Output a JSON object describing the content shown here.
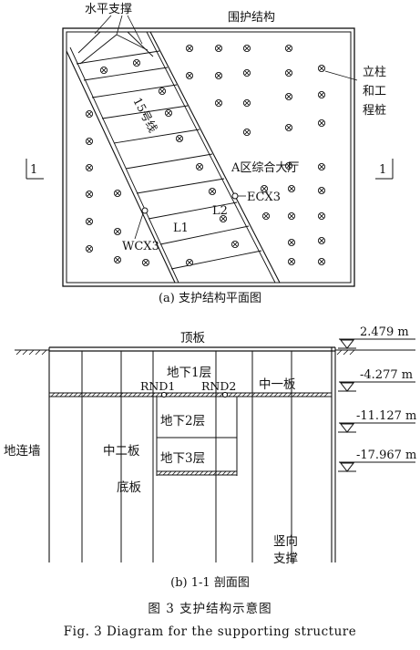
{
  "plan": {
    "label_bracing": "水平支撑",
    "label_enclosure": "围护结构",
    "label_column_1": "立柱",
    "label_column_2": "和工",
    "label_column_3": "程桩",
    "label_line": "15号线",
    "label_hall": "A区综合大厅",
    "label_ecx": "ECX3",
    "label_wcx": "WCX3",
    "label_l1": "L1",
    "label_l2": "L2",
    "section_mark": "1"
  },
  "section": {
    "label_roof": "顶板",
    "label_b1": "地下1层",
    "label_b2": "地下2层",
    "label_b3": "地下3层",
    "label_rnd1": "RND1",
    "label_rnd2": "RND2",
    "label_mid1": "中一板",
    "label_mid2": "中二板",
    "label_wall": "地连墙",
    "label_floor": "底板",
    "label_vert_1": "竖向",
    "label_vert_2": "支撑",
    "elev_1": "2.479 m",
    "elev_2": "-4.277 m",
    "elev_3": "-11.127 m",
    "elev_4": "-17.967 m"
  },
  "captions": {
    "a": "(a) 支护结构平面图",
    "b": "(b) 1-1 剖面图",
    "figure_zh": "图 3   支护结构示意图",
    "figure_en": "Fig. 3   Diagram for the supporting structure"
  },
  "icons": [
    "column-pile-symbol",
    "section-mark-symbol",
    "elevation-marker-symbol",
    "ground-hatch-symbol"
  ]
}
